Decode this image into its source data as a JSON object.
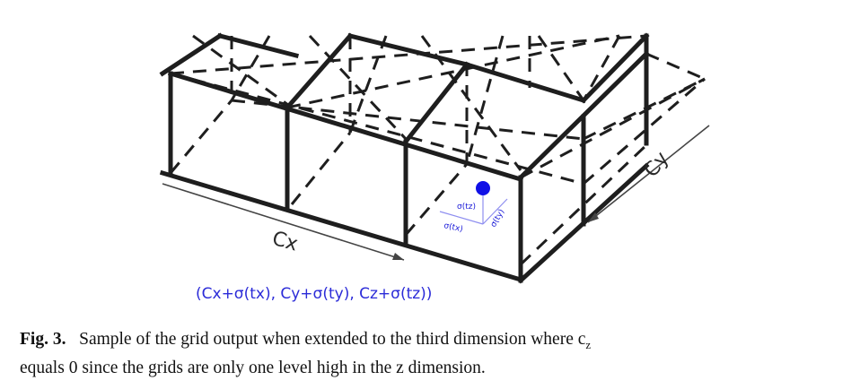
{
  "diagram": {
    "labels": {
      "cx": "Cx",
      "cy": "Cy",
      "sigma_tz": "σ(tz)",
      "sigma_tx": "σ(tx)",
      "sigma_ty": "σ(ty)",
      "formula": "(Cx+σ(tx), Cy+σ(ty), Cz+σ(tz))"
    },
    "colors": {
      "grid_line": "#1e1e1e",
      "point": "#1010e6",
      "annotation": "#2b2bd8"
    }
  },
  "caption": {
    "label": "Fig. 3.",
    "text": "Sample of the grid output when extended to the third dimension where c",
    "subscript": "z",
    "text_end": "equals 0 since the grids are only one level high in the z dimension."
  }
}
